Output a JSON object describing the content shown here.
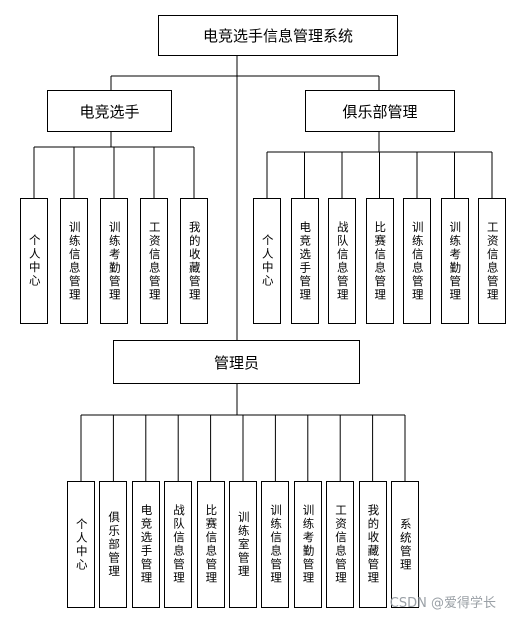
{
  "root": "电竞选手信息管理系统",
  "player": {
    "label": "电竞选手",
    "children": [
      "个人中心",
      "训练信息管理",
      "训练考勤管理",
      "工资信息管理",
      "我的收藏管理"
    ]
  },
  "club": {
    "label": "俱乐部管理",
    "children": [
      "个人中心",
      "电竞选手管理",
      "战队信息管理",
      "比赛信息管理",
      "训练信息管理",
      "训练考勤管理",
      "工资信息管理"
    ]
  },
  "admin": {
    "label": "管理员",
    "children": [
      "个人中心",
      "俱乐部管理",
      "电竞选手管理",
      "战队信息管理",
      "比赛信息管理",
      "训练室管理",
      "训练信息管理",
      "训练考勤管理",
      "工资信息管理",
      "我的收藏管理",
      "系统管理"
    ]
  },
  "watermark": "CSDN @爱得学长"
}
